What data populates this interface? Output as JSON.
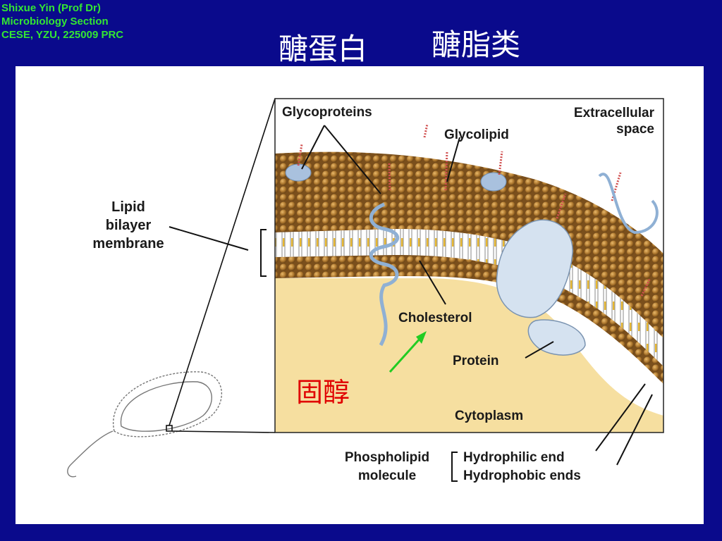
{
  "credit": {
    "line1": "Shixue Yin (Prof Dr)",
    "line2": "Microbiology  Section",
    "line3": "CESE, YZU, 225009 PRC"
  },
  "titles": {
    "glycoprotein_cn": "醣蛋白",
    "glycolipid_cn": "醣脂类"
  },
  "diagram": {
    "labels": {
      "glycoproteins": "Glycoproteins",
      "glycolipid": "Glycolipid",
      "extracellular_1": "Extracellular",
      "extracellular_2": "space",
      "lipid": "Lipid",
      "bilayer": "bilayer",
      "membrane": "membrane",
      "cholesterol": "Cholesterol",
      "cholesterol_cn": "固醇",
      "protein": "Protein",
      "cytoplasm": "Cytoplasm",
      "phospholipid_1": "Phospholipid",
      "phospholipid_2": "molecule",
      "hydrophilic": "Hydrophilic end",
      "hydrophobic": "Hydrophobic ends"
    },
    "colors": {
      "background": "#0a0a8c",
      "credit_text": "#33e633",
      "head_beads": "#b07a30",
      "cytoplasm": "#f6dfa0",
      "protein": "#c8d8ea",
      "arrow": "#22cc22",
      "cn_label": "#e00000"
    }
  }
}
